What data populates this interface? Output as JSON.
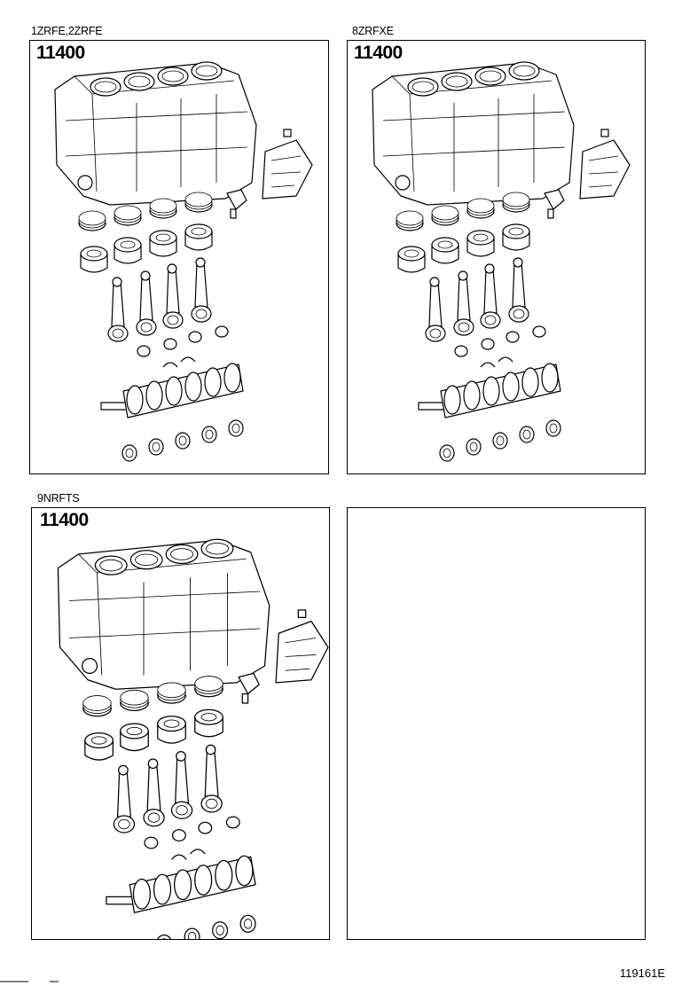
{
  "panels": [
    {
      "engine_label": "1ZRFE,2ZRFE",
      "part_code": "11400"
    },
    {
      "engine_label": "8ZRFXE",
      "part_code": "11400"
    },
    {
      "engine_label": "9NRFTS",
      "part_code": "11400"
    },
    {
      "engine_label": "",
      "part_code": ""
    }
  ],
  "diagram_id": "119161E"
}
